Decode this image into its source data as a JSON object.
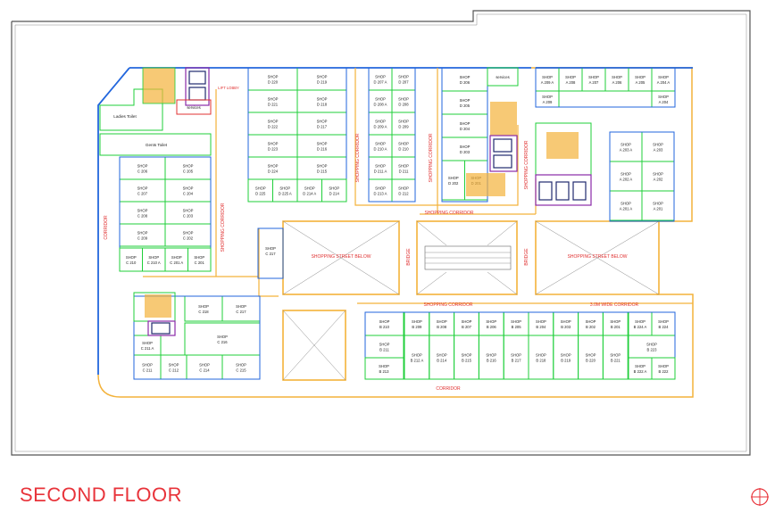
{
  "title": "SECOND FLOOR",
  "labels": {
    "lift_lobby": "LIFT LOBBY",
    "services": "services",
    "ladies_toilet": "Ladies Toilet",
    "gents_toilet": "Gents Toilet",
    "corridor": "CORRIDOR",
    "shopping_corridor": "SHOPPING CORRIDOR",
    "shopping_street_below": "SHOPPING STREET BELOW",
    "bridge": "BRIDGE",
    "wide_corridor": "3.0M WIDE CORRIDOR"
  },
  "shops": {
    "d_top": [
      "D 220",
      "D 219",
      "D 221",
      "D 218",
      "D 222",
      "D 217",
      "D 223",
      "D 216",
      "D 224",
      "D 215"
    ],
    "d_bottom": [
      "D 225",
      "D 225 A",
      "D 214 A",
      "D 214"
    ],
    "d_mid": [
      "D 207 A",
      "D 207",
      "D 208 A",
      "D 208",
      "D 209 A",
      "D 209",
      "D 210 A",
      "D 210",
      "D 211 A",
      "D 211",
      "D 213 A",
      "D 212"
    ],
    "d_right": [
      "D 206",
      "D 205",
      "D 204",
      "D 203",
      "D 202",
      "D 201"
    ],
    "c_left": [
      "C 206",
      "C 205",
      "C 207",
      "C 204",
      "C 208",
      "C 203",
      "C 209",
      "C 202"
    ],
    "c_row": [
      "C 210",
      "C 210 A",
      "C 201 A",
      "C 201"
    ],
    "a_top": [
      "A 209 A",
      "A 208",
      "A 207",
      "A 206",
      "A 205",
      "A 204 A",
      "A 209",
      "A 204"
    ],
    "a_right": [
      "A 203 A",
      "A 203",
      "A 202 A",
      "A 202",
      "A 201 A",
      "A 201"
    ],
    "c_217": "C 217",
    "c_lower": [
      "C 218",
      "C 217",
      "C 216",
      "C 211 A",
      "C 212",
      "C 214",
      "C 215",
      "C 211"
    ],
    "b_top": [
      "B 210",
      "B 209",
      "B 208",
      "B 207",
      "B 206",
      "B 205",
      "B 204",
      "B 203",
      "B 202",
      "B 201",
      "B 224 A",
      "B 224"
    ],
    "b_mid": [
      "B 211",
      "B 223"
    ],
    "b_bottom": [
      "B 212 A",
      "B 214",
      "B 215",
      "B 216",
      "B 217",
      "B 218",
      "B 219",
      "B 220",
      "B 221",
      "B 222 A",
      "B 222"
    ],
    "b_213": "B 213"
  },
  "colors": {
    "shop_outline": "#1fcf3a",
    "blue_wall": "#2266dd",
    "orange": "#f3b23a",
    "red_text": "#e03030",
    "navy": "#202a6e",
    "purple": "#8a2aa8"
  }
}
